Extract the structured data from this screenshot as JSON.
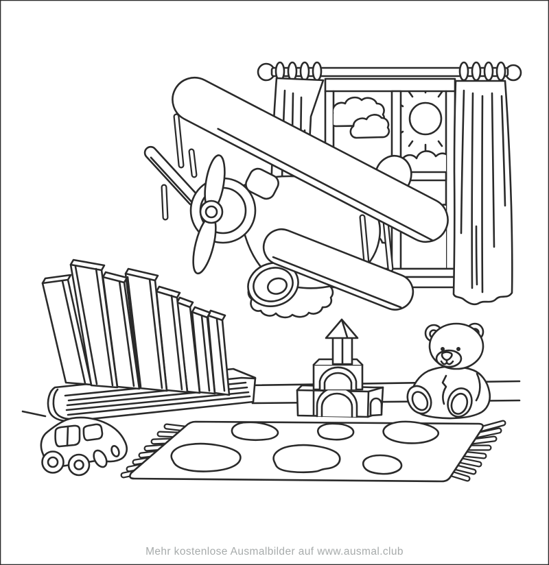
{
  "colors": {
    "line": "#2a2a2a",
    "bg": "#ffffff",
    "caption": "#a7abab"
  },
  "caption": {
    "text": "Mehr kostenlose Ausmalbilder auf www.ausmal.club"
  },
  "scene": {
    "type": "coloring-page",
    "language": "German",
    "objects": [
      "toy biplane with propeller and two wheels",
      "window with curtain rod, rings and two curtains",
      "sun with rays in upper right window pane",
      "clouds in window panes",
      "row of eight leaning books standing on a large closed book",
      "toy car with two visible wheels",
      "building-block castle with triangle roof, tower and arches",
      "teddy bear sitting on the floor",
      "fringed play rug with six organic spots",
      "baseboard wall lines"
    ]
  }
}
